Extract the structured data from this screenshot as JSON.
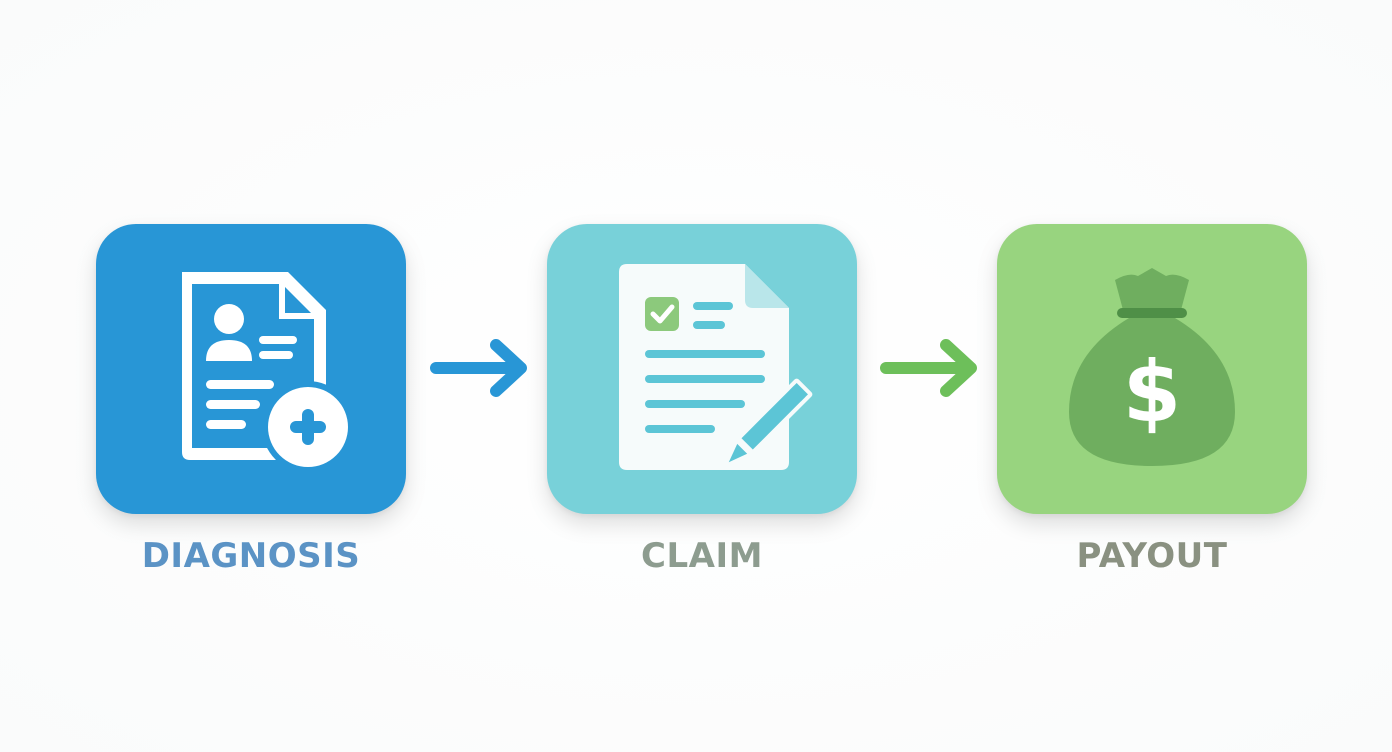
{
  "steps": [
    {
      "label": "DIAGNOSIS",
      "tile_color": "#2896d6",
      "label_color": "#5b93c5",
      "icon": "medical-document-plus-icon"
    },
    {
      "label": "CLAIM",
      "tile_color": "#78d1d9",
      "label_color": "#8d9c8f",
      "icon": "claim-form-pencil-icon"
    },
    {
      "label": "PAYOUT",
      "tile_color": "#98d47f",
      "label_color": "#8a9181",
      "icon": "money-bag-dollar-icon"
    }
  ],
  "connectors": [
    {
      "icon": "arrow-right-icon",
      "color": "#2896d6"
    },
    {
      "icon": "arrow-right-icon",
      "color": "#6dbf5a"
    }
  ]
}
